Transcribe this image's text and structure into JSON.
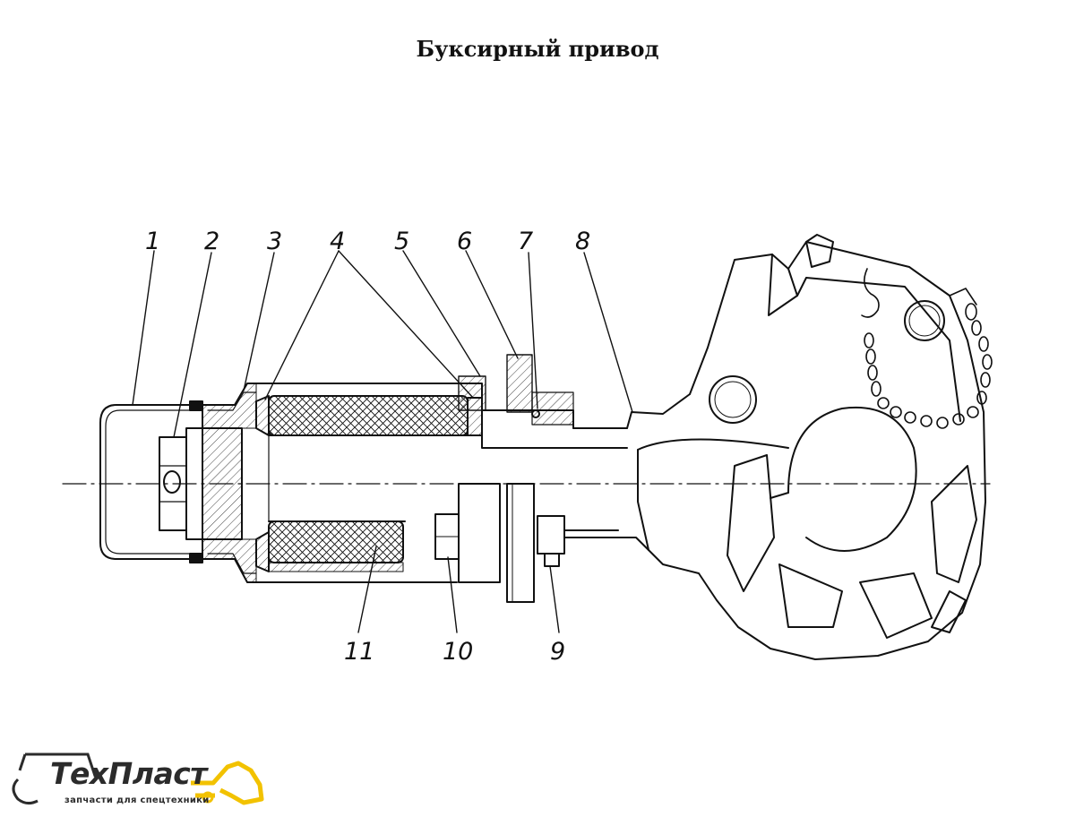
{
  "title": "Буксирный привод",
  "callouts": [
    "1",
    "2",
    "3",
    "4",
    "5",
    "6",
    "7",
    "8",
    "9",
    "10",
    "11"
  ],
  "logo": {
    "brand": "ТехПласт",
    "tagline": "запчасти для спецтехники",
    "accent_color": "#f2c200",
    "text_color": "#2b2b2b"
  },
  "colors": {
    "line": "#111111",
    "background": "#ffffff"
  }
}
